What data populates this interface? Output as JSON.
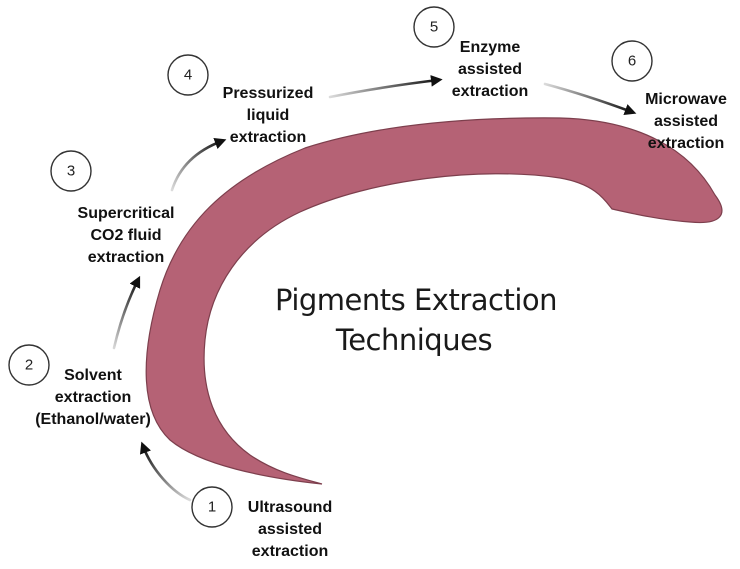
{
  "title": {
    "line1": "Pigments Extraction",
    "line2": "Techniques"
  },
  "steps": [
    {
      "number": "1",
      "label_lines": [
        "Ultrasound",
        "assisted",
        "extraction"
      ]
    },
    {
      "number": "2",
      "label_lines": [
        "Solvent",
        "extraction",
        "(Ethanol/water)"
      ]
    },
    {
      "number": "3",
      "label_lines": [
        "Supercritical",
        "CO2 fluid",
        "extraction"
      ]
    },
    {
      "number": "4",
      "label_lines": [
        "Pressurized",
        "liquid",
        "extraction"
      ]
    },
    {
      "number": "5",
      "label_lines": [
        "Enzyme",
        "assisted",
        "extraction"
      ]
    },
    {
      "number": "6",
      "label_lines": [
        "Microwave",
        "assisted",
        "extraction"
      ]
    }
  ],
  "colors": {
    "shape_fill": "#b56275",
    "shape_stroke": "#7d3f4d",
    "arrow": "#111111"
  }
}
